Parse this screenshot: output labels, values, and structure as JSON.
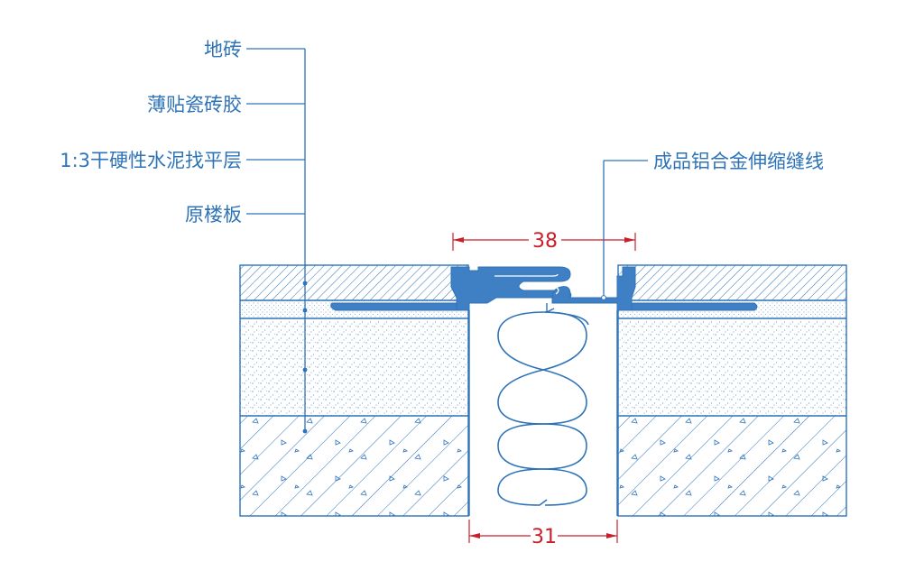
{
  "labels": {
    "tile": "地砖",
    "adhesive": "薄贴瓷砖胶",
    "screed": "1:3干硬性水泥找平层",
    "slab": "原楼板",
    "joint_product": "成品铝合金伸缩缝线"
  },
  "dimensions": {
    "top": "38",
    "bottom": "31"
  },
  "colors": {
    "line": "#2e73b8",
    "dimension": "#c8202a",
    "fill": "#3f7fc4"
  }
}
